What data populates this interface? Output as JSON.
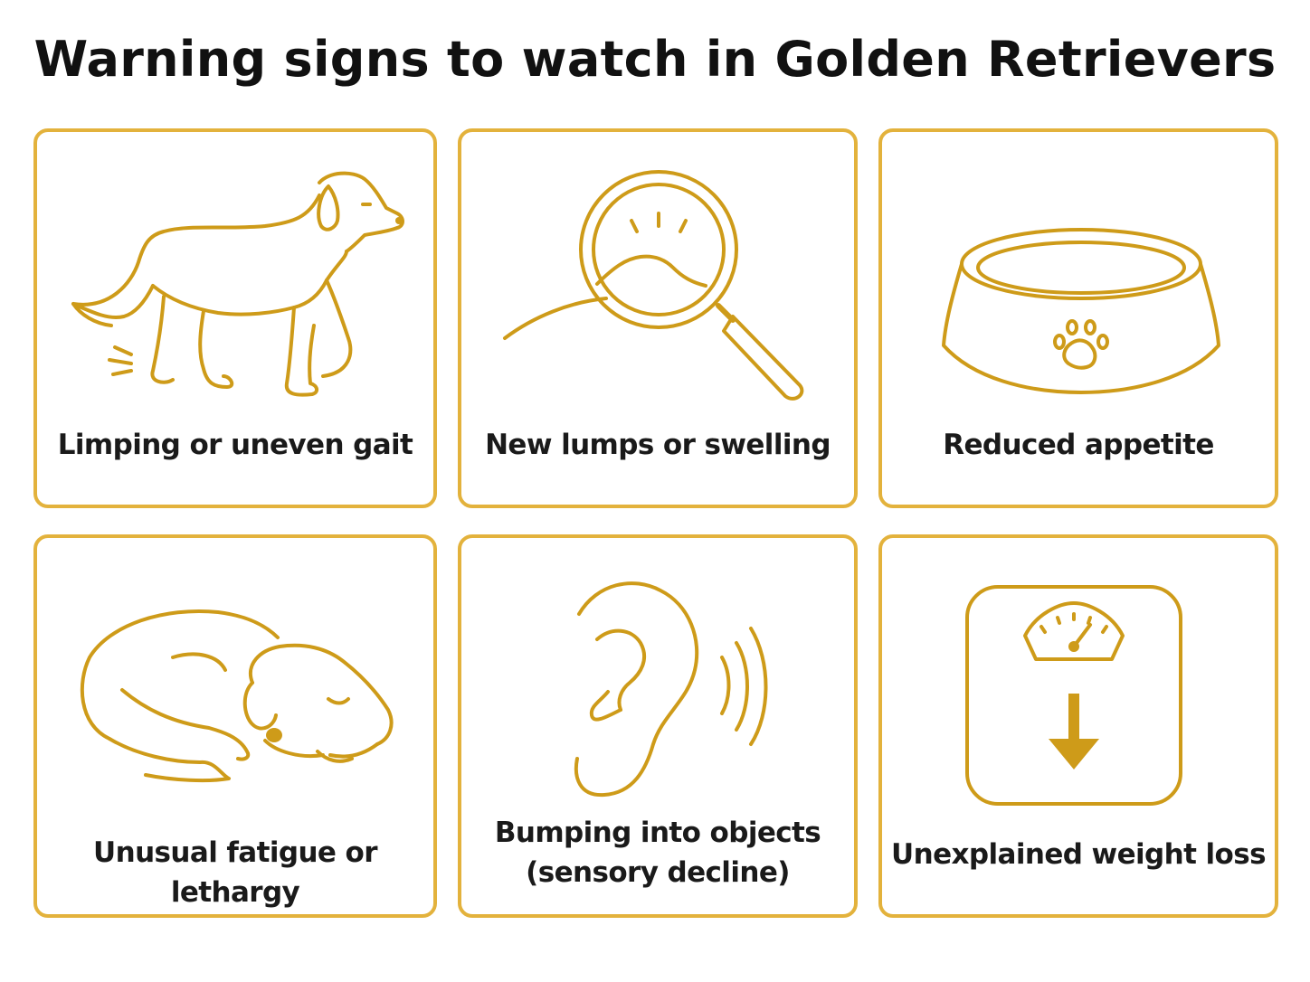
{
  "title": "Warning signs to watch in Golden Retrievers",
  "cards": [
    {
      "label": "Limping or uneven gait",
      "icon": "limping-dog-icon"
    },
    {
      "label": "New lumps or swelling",
      "icon": "magnifying-glass-lump-icon"
    },
    {
      "label": "Reduced appetite",
      "icon": "food-bowl-paw-icon"
    },
    {
      "label": "Unusual fatigue or lethargy",
      "icon": "sleeping-dog-icon"
    },
    {
      "label_lines": [
        "Bumping into objects",
        "(sensory decline)"
      ],
      "icon": "ear-sound-waves-icon"
    },
    {
      "label": "Unexplained weight loss",
      "icon": "scale-down-arrow-icon"
    }
  ],
  "colors": {
    "accent": "#E3B23C",
    "icon": "#CE9B19",
    "text": "#1a1a1a"
  }
}
